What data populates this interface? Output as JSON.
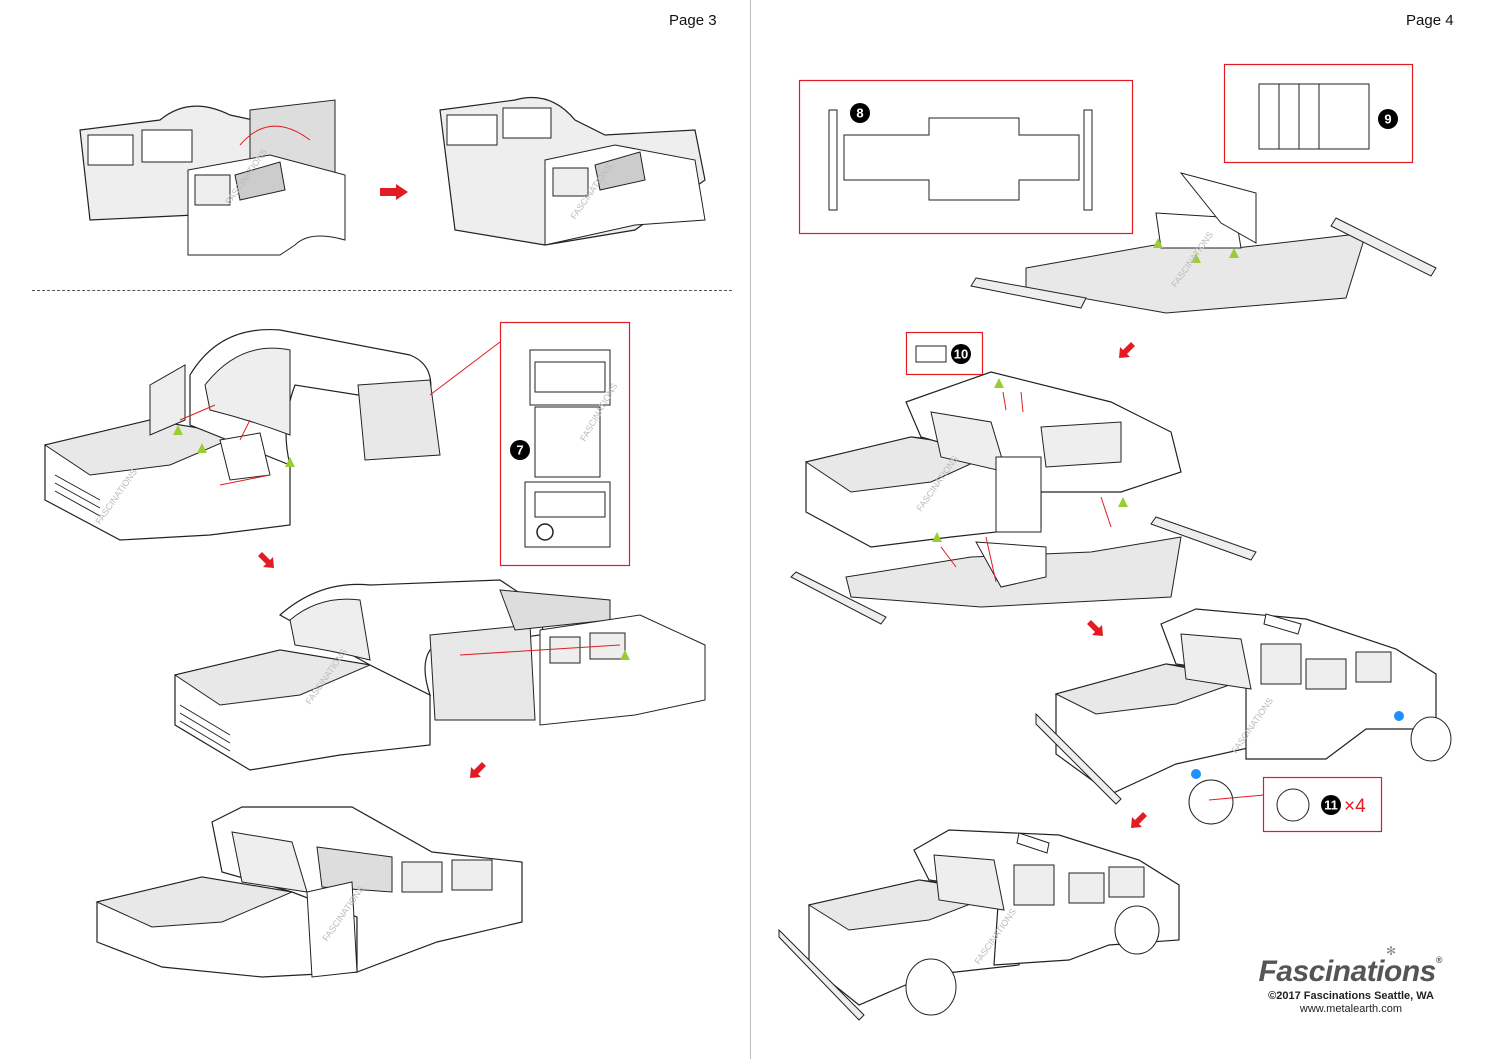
{
  "pages": {
    "left": {
      "label": "Page 3"
    },
    "right": {
      "label": "Page 4"
    }
  },
  "steps": {
    "s7": {
      "num": "7"
    },
    "s8": {
      "num": "8"
    },
    "s9": {
      "num": "9"
    },
    "s10": {
      "num": "10"
    },
    "s11": {
      "num": "11",
      "qty": "×4"
    }
  },
  "watermark": "FASCINATIONS",
  "footer": {
    "brand": "Fascinations",
    "copyright": "©2017 Fascinations Seattle, WA",
    "website": "www.metalearth.com"
  },
  "colors": {
    "arrow": "#e31b23",
    "callout_border": "#e31b23",
    "tab_marker": "#9acd32",
    "wheel_marker": "#1e90ff",
    "part_fill": "#e8e8e8"
  }
}
